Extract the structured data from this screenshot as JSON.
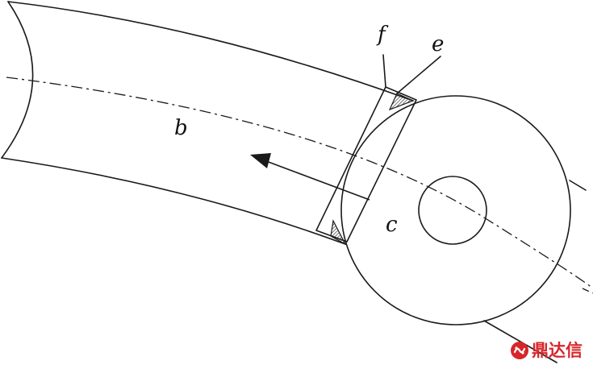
{
  "diagram": {
    "labels": {
      "b": "b",
      "c": "c",
      "e": "e",
      "f": "f"
    },
    "stroke_color": "#1a1a1a",
    "hatch_color": "#1a1a1a"
  },
  "watermark": {
    "text": "鼎达信",
    "color": "#d7262b",
    "logo_icon": "ddx-logo-icon"
  }
}
